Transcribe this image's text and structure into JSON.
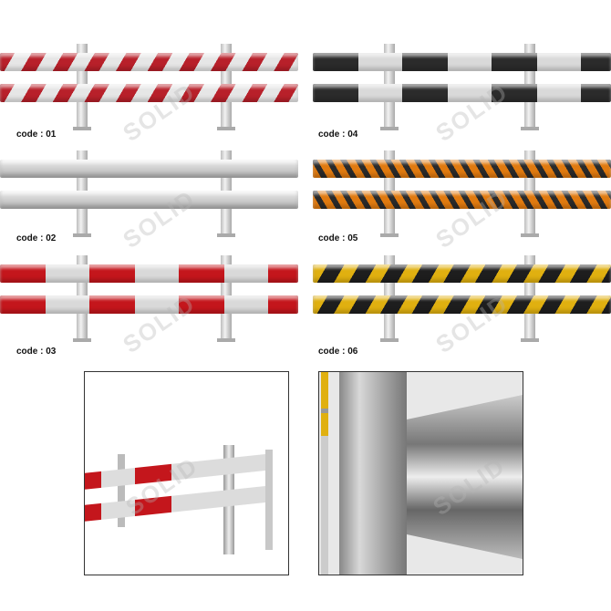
{
  "watermark": "SOLID",
  "panels": [
    {
      "code": "code : 01",
      "pattern": "diagonal",
      "colors": [
        "#b8202a",
        "#e6e6e6"
      ]
    },
    {
      "code": "code : 02",
      "pattern": "plain",
      "colors": [
        "#cfcfcf",
        "#cfcfcf"
      ]
    },
    {
      "code": "code : 03",
      "pattern": "blocks",
      "colors": [
        "#c4161c",
        "#d9d9d9"
      ]
    },
    {
      "code": "code : 04",
      "pattern": "blocks",
      "colors": [
        "#2b2b2b",
        "#d9d9d9"
      ]
    },
    {
      "code": "code : 05",
      "pattern": "chevron",
      "colors": [
        "#e07a10",
        "#2a2a2a"
      ]
    },
    {
      "code": "code : 06",
      "pattern": "diagonal",
      "colors": [
        "#e0b010",
        "#1e1e1e"
      ]
    }
  ]
}
